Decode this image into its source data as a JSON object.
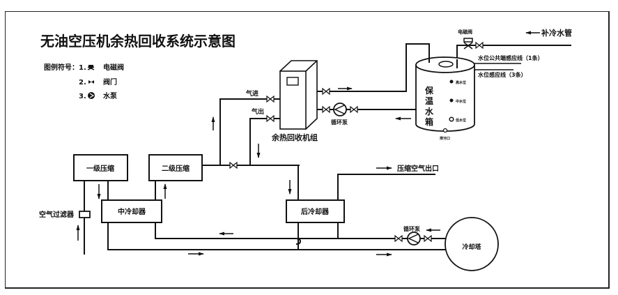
{
  "title": "无油空压机余热回收系统示意图",
  "legend": {
    "heading": "图例符号：",
    "items": [
      {
        "num": "1.",
        "symbol": "solenoid-valve",
        "label": "电磁阀"
      },
      {
        "num": "2.",
        "symbol": "valve",
        "label": "阀门"
      },
      {
        "num": "3.",
        "symbol": "water-pump",
        "label": "水泵"
      }
    ]
  },
  "components": {
    "stage1": "一级压缩",
    "stage2": "二级压缩",
    "intercooler": "中冷却器",
    "aftercooler": "后冷却器",
    "air_filter": "空气过滤器",
    "heat_recovery_unit": "余热回收机组",
    "air_in": "气进",
    "air_out": "气出",
    "pump_upper": "循环泵",
    "pump_lower": "循环泵",
    "compressed_air_outlet": "压缩空气出口",
    "cooling_tower": "冷却塔",
    "tank_chars": [
      "保",
      "温",
      "水",
      "箱"
    ],
    "tank_solenoid": "电磁阀",
    "makeup_pipe": "补冷水管",
    "common_sensor": "水位公共端感应线（1条）",
    "level_sensors": "水位感应线（3条）",
    "high_level": "高水位",
    "mid_level": "中水位",
    "low_level": "低水位",
    "drain": "排污口"
  }
}
